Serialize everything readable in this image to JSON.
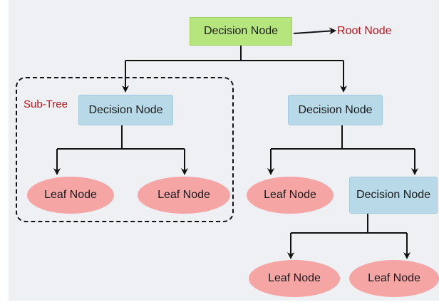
{
  "diagram": {
    "root_node": "Decision Node",
    "root_annotation": "Root Node",
    "subtree_annotation": "Sub-Tree",
    "left_decision": "Decision Node",
    "right_decision": "Decision Node",
    "right_child_decision": "Decision Node",
    "leaf_1": "Leaf Node",
    "leaf_2": "Leaf Node",
    "leaf_3": "Leaf Node",
    "leaf_4": "Leaf Node",
    "leaf_5": "Leaf Node"
  },
  "colors": {
    "root_fill": "#b6e57e",
    "decision_fill": "#b7d9e8",
    "leaf_fill": "#f6a5a5",
    "annotation_text": "#b8141c",
    "edge": "#111111"
  }
}
